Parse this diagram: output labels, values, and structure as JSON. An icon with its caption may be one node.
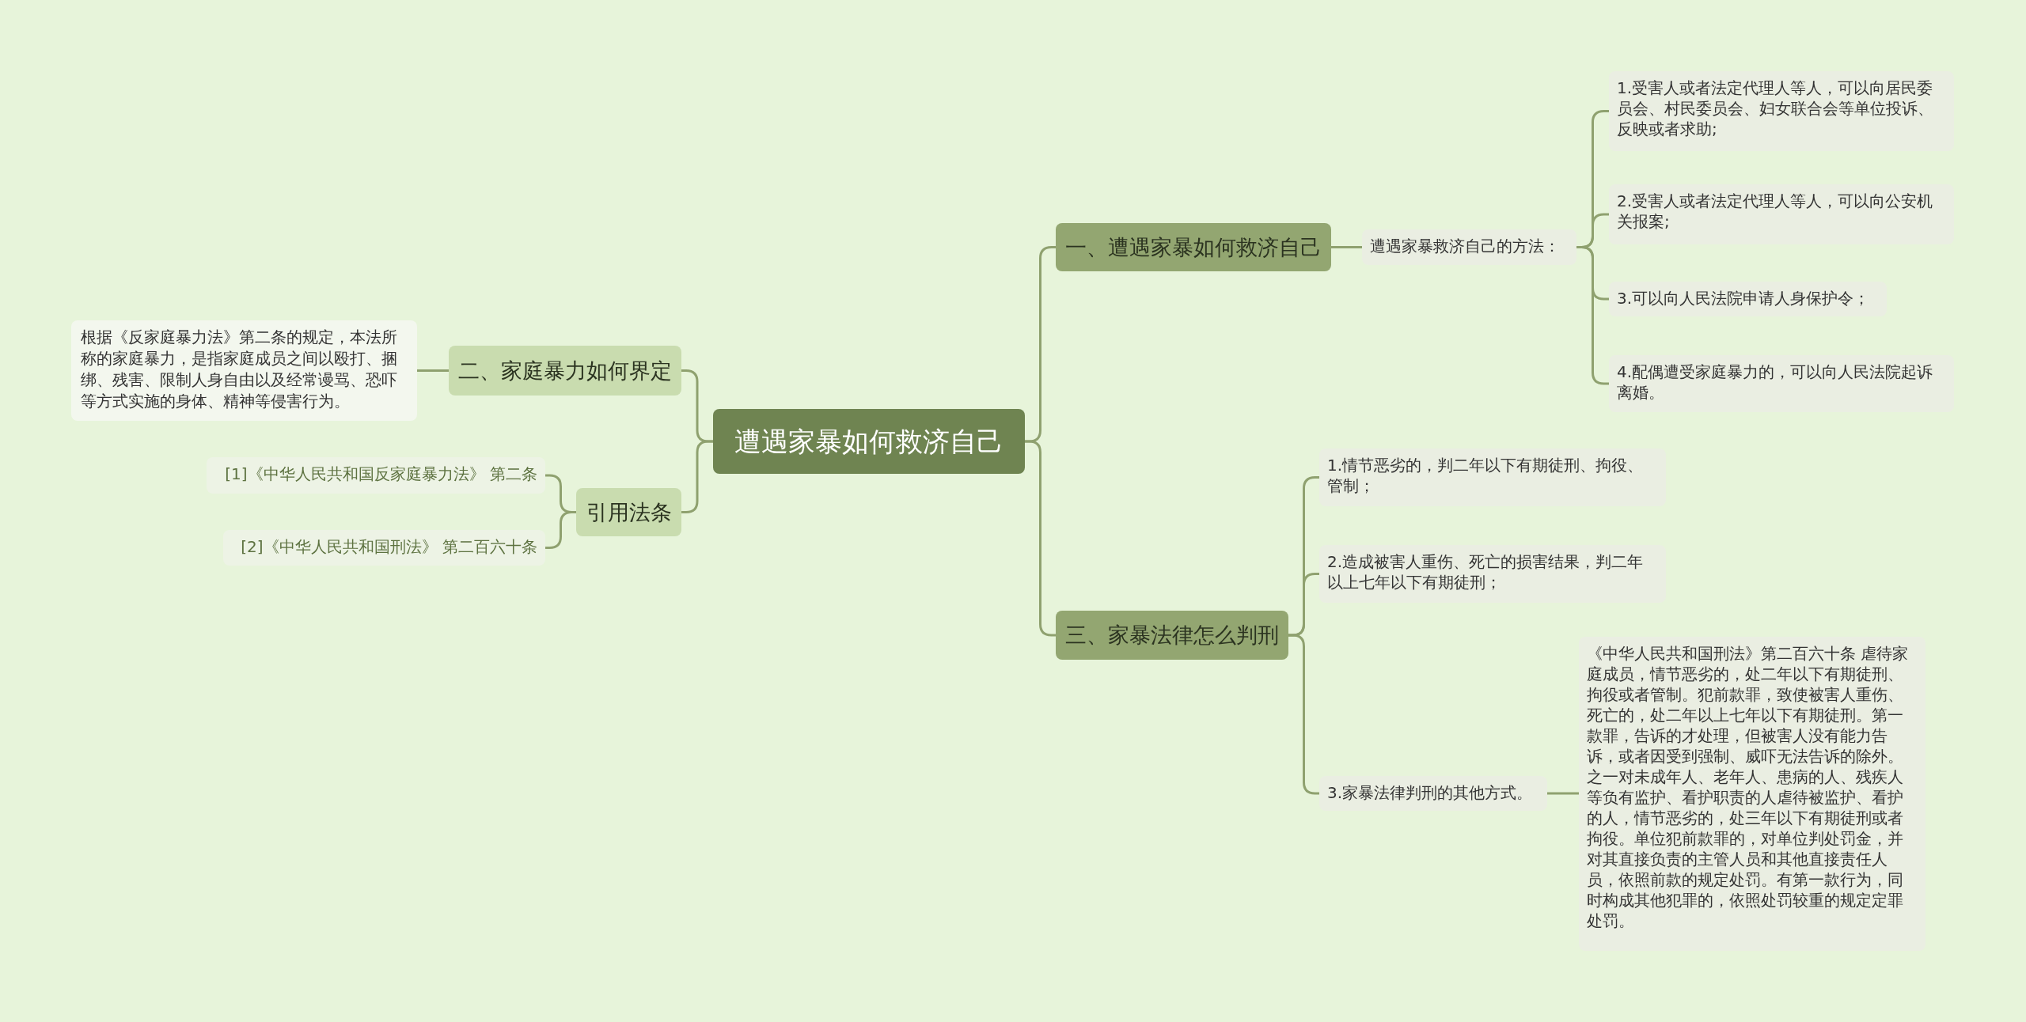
{
  "diagram": {
    "nodes": [
      {
        "text": [
          "遭遇家暴如何救济自己"
        ]
      },
      {
        "text": [
          "一、遭遇家暴如何救济自己"
        ]
      },
      {
        "text": [
          "遭遇家暴救济自己的方法："
        ]
      },
      {
        "text": [
          "1.受害人或者法定代理人等人，可以向居民委员会、村民委员会、妇女联合会等单位投诉、反映或者求助;"
        ]
      },
      {
        "text": [
          "2.受害人或者法定代理人等人，可以向公安机关报案;"
        ]
      },
      {
        "text": [
          "3.可以向人民法院申请人身保护令；"
        ]
      },
      {
        "text": [
          "4.配偶遭受家庭暴力的，可以向人民法院起诉离婚。"
        ]
      },
      {
        "text": [
          "二、家庭暴力如何界定"
        ]
      },
      {
        "text": [
          "根据《反家庭暴力法》第二条的规定，本法所称的家庭暴力，是指家庭成员之间以殴打、捆绑、残害、限制人身自由以及经常谩骂、恐吓等方式实施的身体、精神等侵害行为。"
        ]
      },
      {
        "text": [
          "引用法条"
        ]
      },
      {
        "text": [
          "[1]《中华人民共和国反家庭暴力法》 第二条"
        ]
      },
      {
        "text": [
          "[2]《中华人民共和国刑法》 第二百六十条"
        ]
      },
      {
        "text": [
          "三、家暴法律怎么判刑"
        ]
      },
      {
        "text": [
          "1.情节恶劣的，判二年以下有期徒刑、拘役、管制；"
        ]
      },
      {
        "text": [
          "2.造成被害人重伤、死亡的损害结果，判二年以上七年以下有期徒刑；"
        ]
      },
      {
        "text": [
          "3.家暴法律判刑的其他方式。"
        ]
      },
      {
        "text": [
          "《中华人民共和国刑法》第二百六十条 虐待家庭成员，情节恶劣的，处二年以下有期徒刑、拘役或者管制。犯前款罪，致使被害人重伤、死亡的，处二年以上七年以下有期徒刑。第一款罪，告诉的才处理，但被害人没有能力告诉，或者因受到强制、威吓无法告诉的除外。之一对未成年人、老年人、患病的人、残疾人等负有监护、看护职责的人虐待被监护、看护的人，情节恶劣的，处三年以下有期徒刑或者拘役。单位犯前款罪的，对单位判处罚金，并对其直接负责的主管人员和其他直接责任人员，依照前款的规定处罚。有第一款行为，同时构成其他犯罪的，依照处罚较重的规定定罪处罚。"
        ]
      }
    ],
    "edges": [
      {
        "from": 0,
        "to": 1,
        "arrow": "none"
      },
      {
        "from": 1,
        "to": 2,
        "arrow": "none"
      },
      {
        "from": 2,
        "to": 3,
        "arrow": "none"
      },
      {
        "from": 2,
        "to": 4,
        "arrow": "none"
      },
      {
        "from": 2,
        "to": 5,
        "arrow": "none"
      },
      {
        "from": 2,
        "to": 6,
        "arrow": "none"
      },
      {
        "from": 0,
        "to": 7,
        "arrow": "none"
      },
      {
        "from": 7,
        "to": 8,
        "arrow": "none"
      },
      {
        "from": 0,
        "to": 9,
        "arrow": "none"
      },
      {
        "from": 9,
        "to": 10,
        "arrow": "none"
      },
      {
        "from": 9,
        "to": 11,
        "arrow": "none"
      },
      {
        "from": 0,
        "to": 12,
        "arrow": "none"
      },
      {
        "from": 12,
        "to": 13,
        "arrow": "none"
      },
      {
        "from": 12,
        "to": 14,
        "arrow": "none"
      },
      {
        "from": 12,
        "to": 15,
        "arrow": "none"
      },
      {
        "from": 15,
        "to": 16,
        "arrow": "none"
      }
    ]
  }
}
